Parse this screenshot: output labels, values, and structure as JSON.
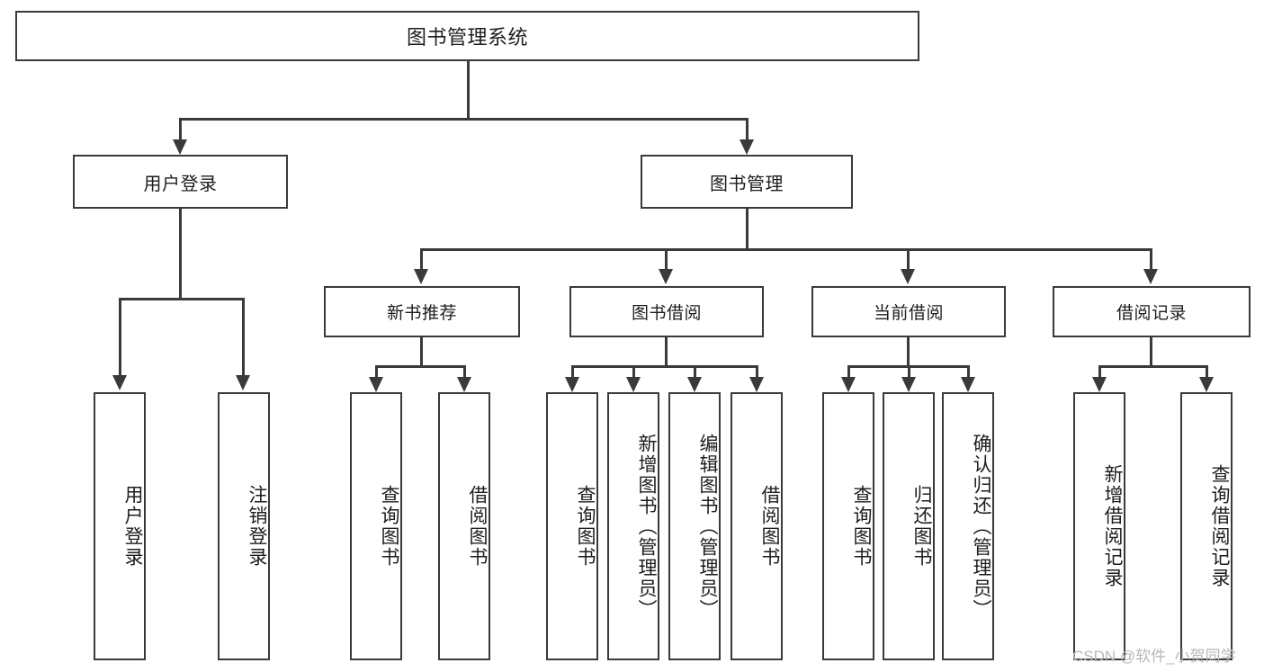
{
  "diagram": {
    "type": "tree-hierarchy-chart",
    "title_node": {
      "label": "图书管理系统"
    },
    "level1": [
      {
        "label": "用户登录"
      },
      {
        "label": "图书管理"
      }
    ],
    "level2": [
      {
        "label": "新书推荐"
      },
      {
        "label": "图书借阅"
      },
      {
        "label": "当前借阅"
      },
      {
        "label": "借阅记录"
      }
    ],
    "leaves": {
      "user_login": [
        {
          "label": "用户登录"
        },
        {
          "label": "注销登录"
        }
      ],
      "new_book_recommend": [
        {
          "label": "查询图书"
        },
        {
          "label": "借阅图书"
        }
      ],
      "book_borrow": [
        {
          "label": "查询图书"
        },
        {
          "label": "新增图书（管理员）"
        },
        {
          "label": "编辑图书（管理员）"
        },
        {
          "label": "借阅图书"
        }
      ],
      "current_borrow": [
        {
          "label": "查询图书"
        },
        {
          "label": "归还图书"
        },
        {
          "label": "确认归还（管理员）"
        }
      ],
      "borrow_record": [
        {
          "label": "新增借阅记录"
        },
        {
          "label": "查询借阅记录"
        }
      ]
    }
  },
  "watermark": {
    "text": "CSDN @软件_小贺同学"
  },
  "colors": {
    "stroke": "#3a3a3a",
    "fill": "#ffffff",
    "text": "#1d1d1d",
    "watermark": "#b8b8b8"
  }
}
